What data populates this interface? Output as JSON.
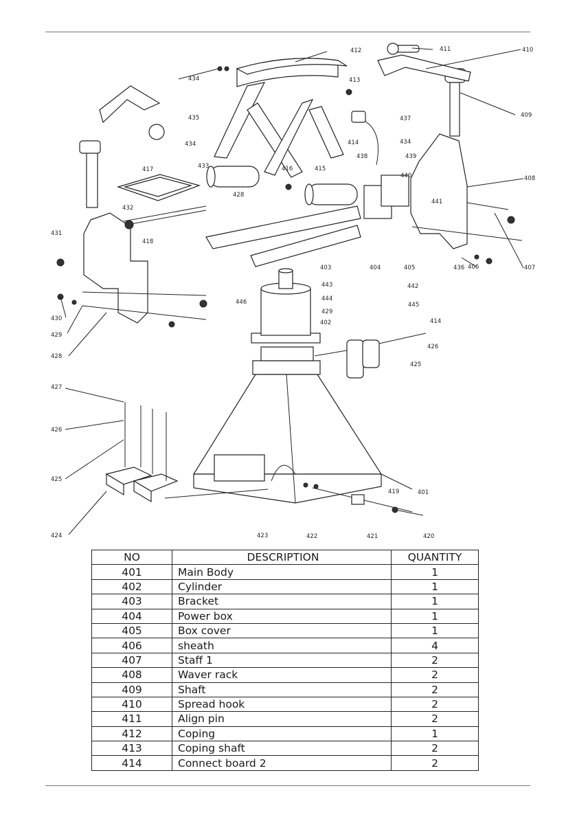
{
  "table": {
    "headers": [
      "NO",
      "DESCRIPTION",
      "QUANTITY"
    ],
    "rows": [
      [
        "401",
        "Main Body",
        "1"
      ],
      [
        "402",
        "Cylinder",
        "1"
      ],
      [
        "403",
        "Bracket",
        "1"
      ],
      [
        "404",
        "Power box",
        "1"
      ],
      [
        "405",
        "Box cover",
        "1"
      ],
      [
        "406",
        "sheath",
        "4"
      ],
      [
        "407",
        "Staff 1",
        "2"
      ],
      [
        "408",
        "Waver rack",
        "2"
      ],
      [
        "409",
        "Shaft",
        "2"
      ],
      [
        "410",
        "Spread hook",
        "2"
      ],
      [
        "411",
        "Align pin",
        "2"
      ],
      [
        "412",
        "Coping",
        "1"
      ],
      [
        "413",
        "Coping shaft",
        "2"
      ],
      [
        "414",
        "Connect board 2",
        "2"
      ]
    ]
  },
  "diagram": {
    "callouts": [
      "401",
      "402",
      "403",
      "404",
      "405",
      "406",
      "407",
      "408",
      "409",
      "410",
      "411",
      "412",
      "413",
      "414",
      "414",
      "415",
      "416",
      "417",
      "418",
      "419",
      "420",
      "421",
      "422",
      "423",
      "424",
      "425",
      "425",
      "426",
      "426",
      "427",
      "428",
      "428",
      "429",
      "429",
      "430",
      "431",
      "432",
      "433",
      "434",
      "434",
      "434",
      "435",
      "436",
      "437",
      "438",
      "439",
      "440",
      "441",
      "442",
      "443",
      "444",
      "445",
      "446"
    ]
  }
}
